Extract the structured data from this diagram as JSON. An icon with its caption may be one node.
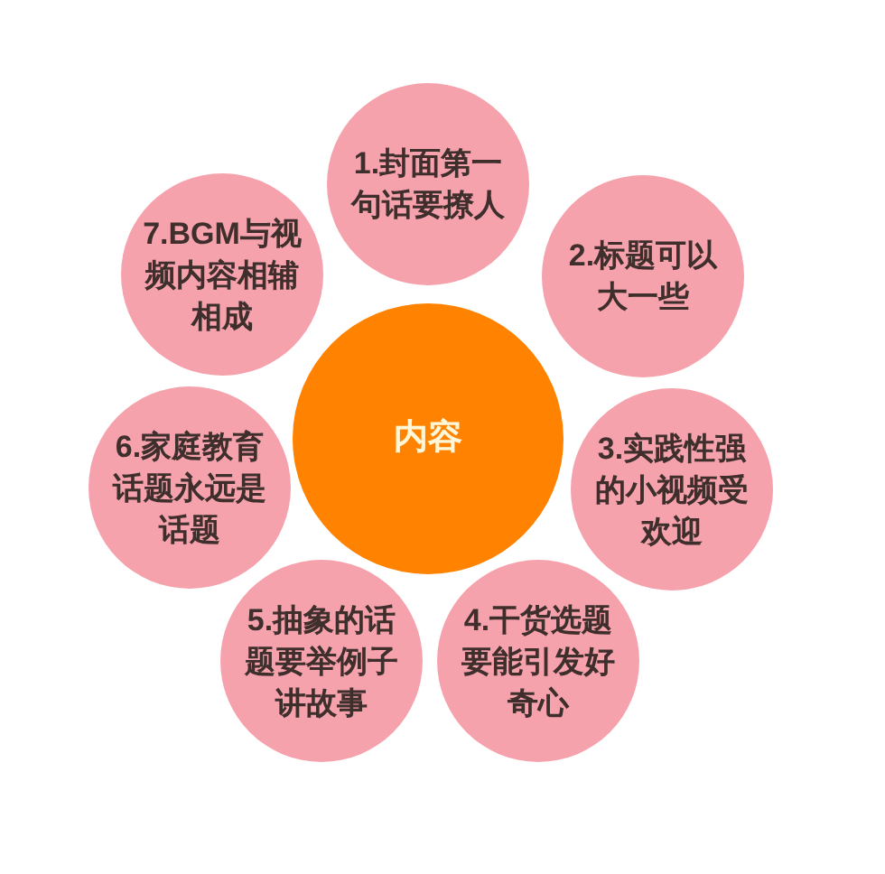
{
  "diagram": {
    "nodes": [
      {
        "text": [
          "内容"
        ]
      },
      {
        "text": [
          "1.封面第一句话要撩人"
        ]
      },
      {
        "text": [
          "2.标题可以大一些"
        ]
      },
      {
        "text": [
          "3.实践性强的小视频受欢迎"
        ]
      },
      {
        "text": [
          "4.干货选题要能引发好奇心"
        ]
      },
      {
        "text": [
          "5.抽象的话题要举例子讲故事"
        ]
      },
      {
        "text": [
          "6.家庭教育话题永远是话题"
        ]
      },
      {
        "text": [
          "7.BGM与视频内容相辅相成"
        ]
      }
    ]
  }
}
